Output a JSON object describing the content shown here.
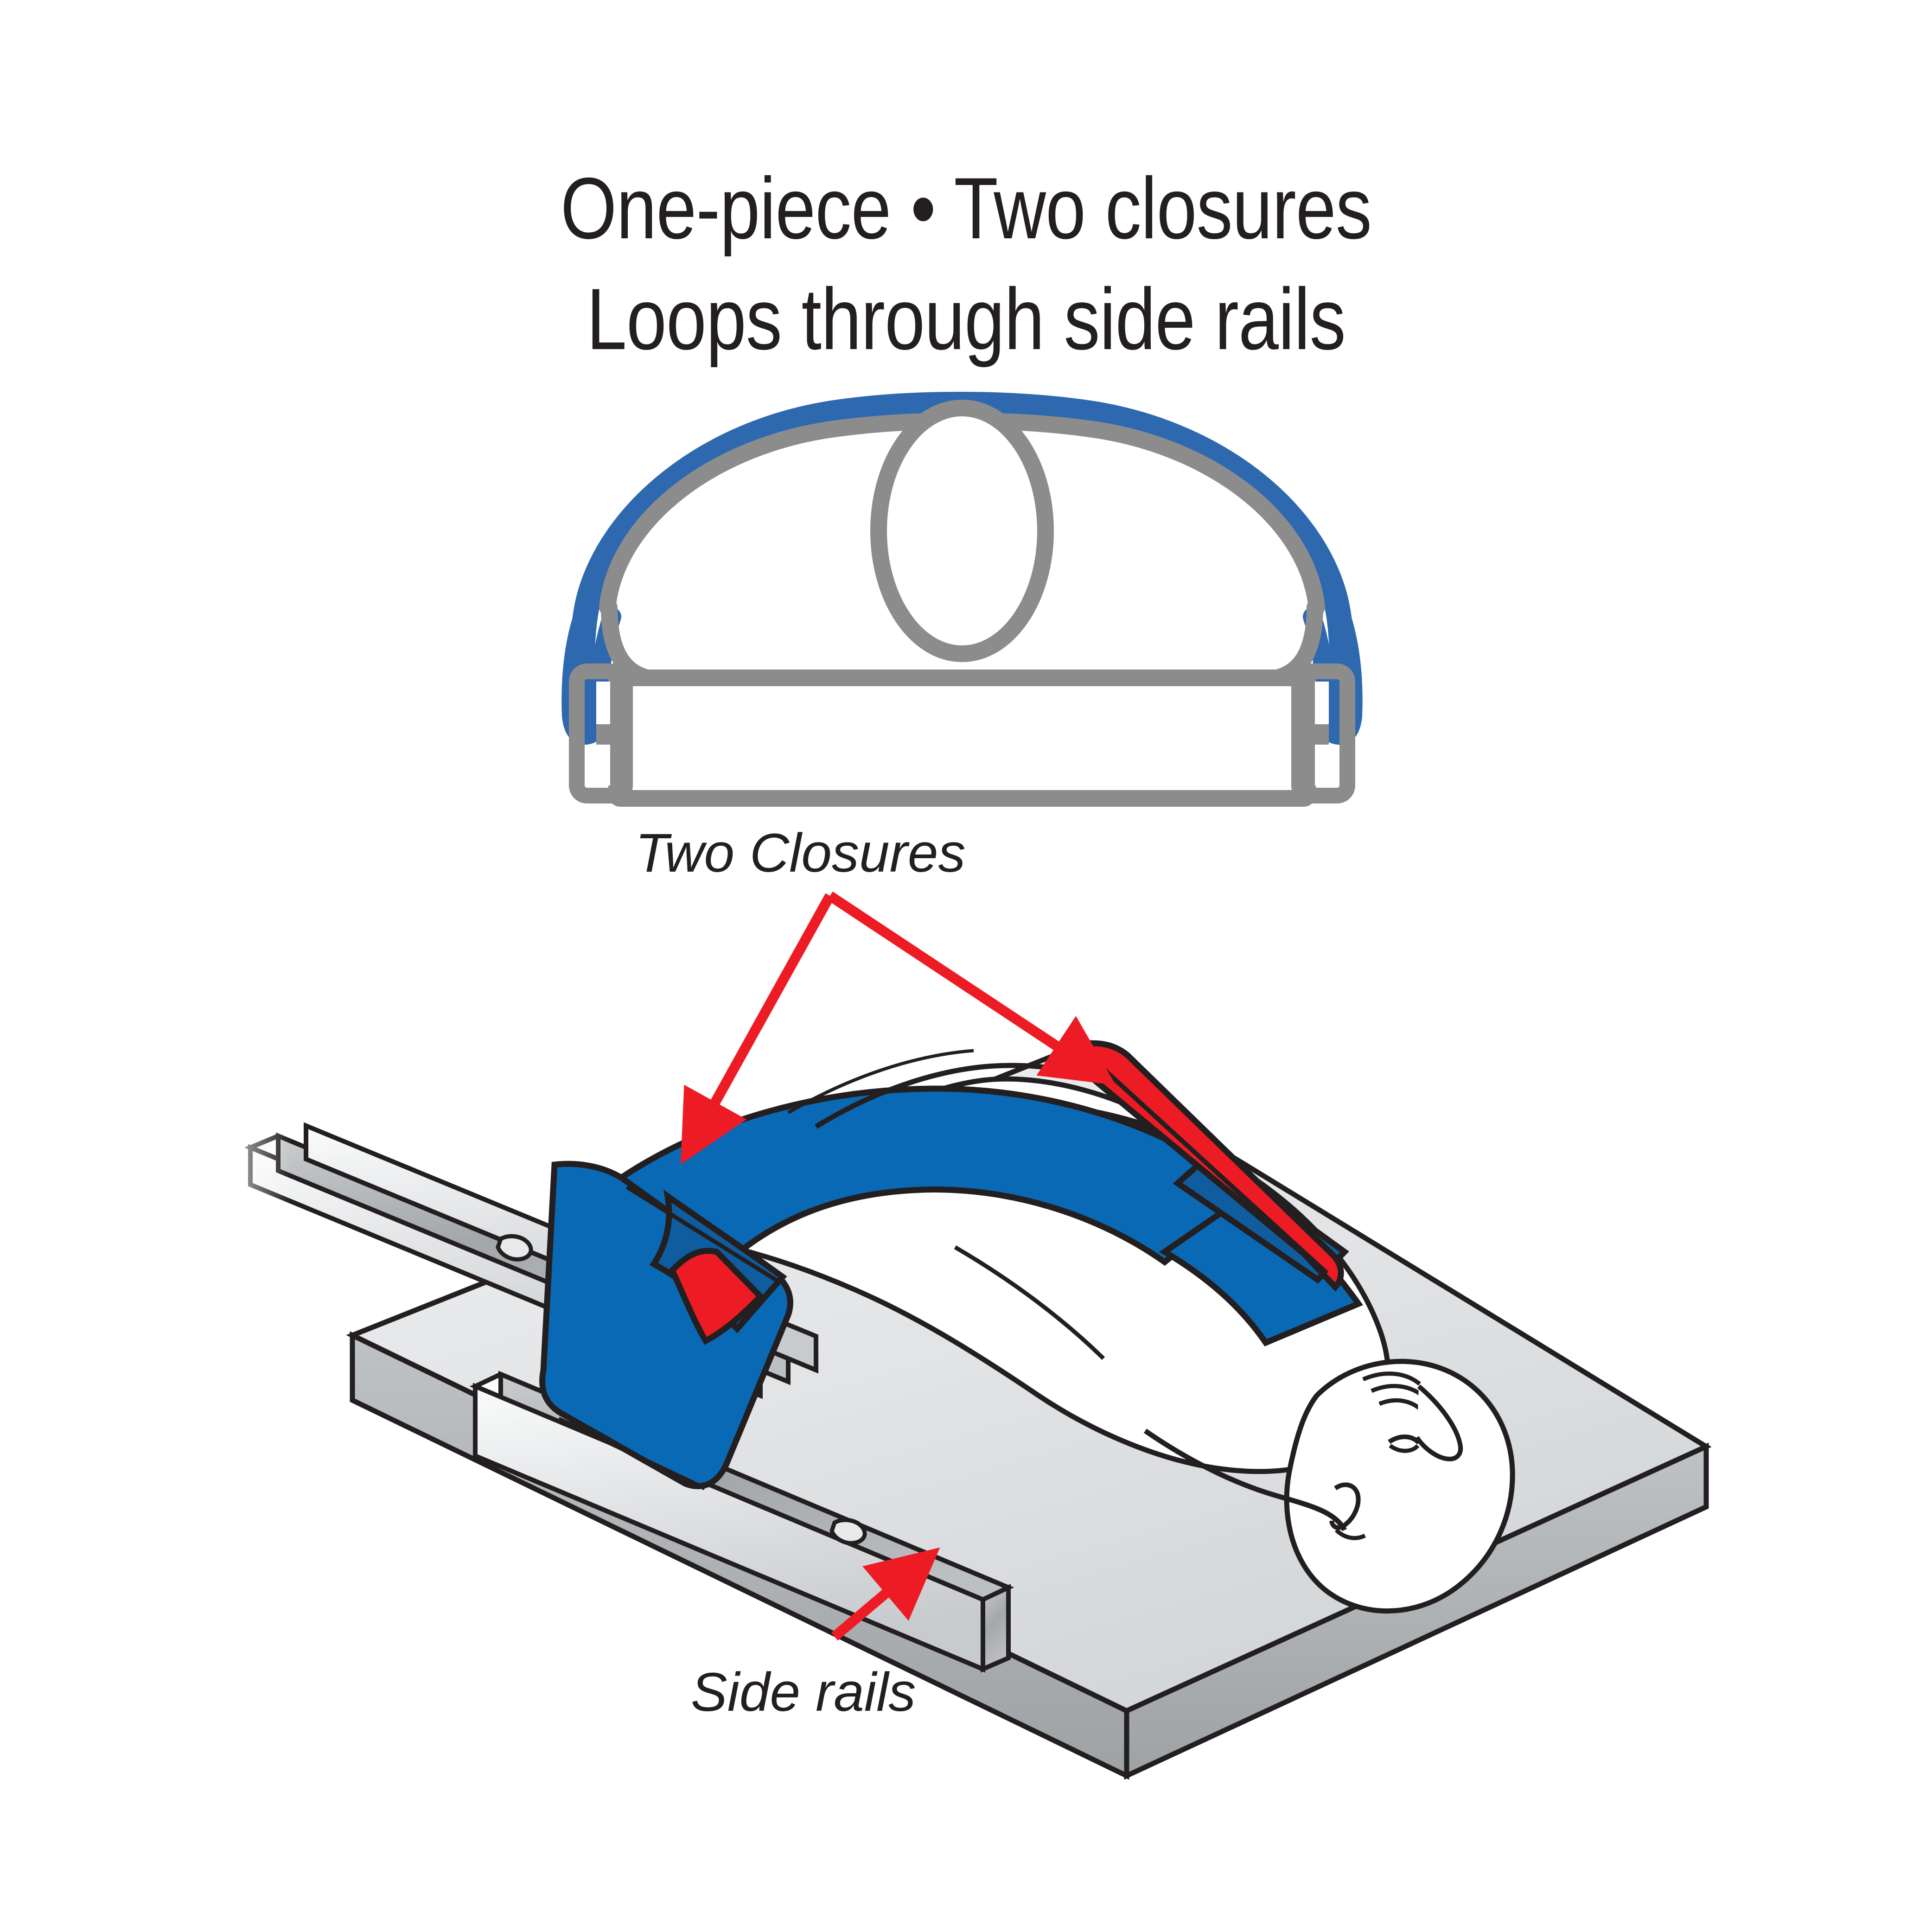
{
  "document": {
    "kind": "product-illustration",
    "subject": "patient-restraint-strap-on-operating-table"
  },
  "title": {
    "line1": "One-piece • Two closures",
    "line2": "Loops through side rails"
  },
  "annotations": [
    {
      "id": "two-closures",
      "text": "Two Closures",
      "style": "italic",
      "arrows": 2,
      "arrow_color": "#ED1C24"
    },
    {
      "id": "side-rails",
      "text": "Side rails",
      "style": "italic",
      "arrows": 1,
      "arrow_color": "#ED1C24"
    }
  ],
  "colors": {
    "strap_blue": "#0A69B4",
    "strap_blue_shadow": "#0F5D9E",
    "closure_red": "#ED1C24",
    "arrow_red": "#ED1C24",
    "outline": "#231f20",
    "cross_section_blue": "#2E69B0",
    "cross_section_gray": "#8C8C8C",
    "table_top": "#E3E5E6",
    "table_edge": "#B9BCBE",
    "rail_light": "#EDEFF0",
    "rail_dark": "#A8ACAF",
    "text": "#231f20",
    "background": "#FFFFFF"
  },
  "cross_section": {
    "caption": null,
    "parts": [
      {
        "name": "strap-loop",
        "color": "#2E69B0"
      },
      {
        "name": "patient-body-outline",
        "color": "#8C8C8C"
      },
      {
        "name": "torso-ellipse",
        "color": "#8C8C8C"
      },
      {
        "name": "table-slab",
        "color": "#8C8C8C"
      },
      {
        "name": "side-rail-left",
        "color": "#8C8C8C"
      },
      {
        "name": "side-rail-right",
        "color": "#8C8C8C"
      }
    ]
  },
  "main_illustration": {
    "parts": [
      {
        "name": "operating-table",
        "color": "#E3E5E6"
      },
      {
        "name": "side-rail-near",
        "color": "#EDEFF0"
      },
      {
        "name": "side-rail-far",
        "color": "#EDEFF0"
      },
      {
        "name": "patient",
        "color": "#FFFFFF"
      },
      {
        "name": "restraint-strap",
        "color": "#0A69B4"
      },
      {
        "name": "closure-left",
        "color": "#ED1C24"
      },
      {
        "name": "closure-right",
        "color": "#ED1C24"
      }
    ]
  }
}
